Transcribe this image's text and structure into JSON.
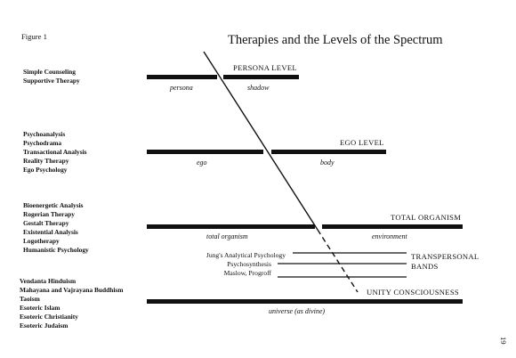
{
  "figure_label": "Figure 1",
  "title": "Therapies and the Levels of the Spectrum",
  "page_number": "19",
  "therapy_groups": [
    {
      "items": [
        "Simple Counseling",
        "Supportive Therapy"
      ]
    },
    {
      "items": [
        "Psychoanalysis",
        "Psychodrama",
        "Transactional Analysis",
        "Reality Therapy",
        "Ego Psychology"
      ]
    },
    {
      "items": [
        "Bioenergetic Analysis",
        "Rogerian Therapy",
        "Gestalt Therapy",
        "Existential Analysis",
        "Logotherapy",
        "Humanistic Psychology"
      ]
    },
    {
      "items": [
        "Vendanta Hinduism",
        "Mahayana and Vajrayana Buddhism",
        "Taoism",
        "Esoteric Islam",
        "Esoteric Christianity",
        "Esoteric Judaism"
      ]
    }
  ],
  "levels": {
    "persona": {
      "name": "PERSONA LEVEL",
      "left": "persona",
      "right": "shadow"
    },
    "ego": {
      "name": "EGO LEVEL",
      "left": "ego",
      "right": "body"
    },
    "organism": {
      "name": "TOTAL ORGANISM",
      "left": "total organism",
      "right": "environment"
    },
    "unity": {
      "name": "UNITY CONSCIOUSNESS",
      "center": "universe (as divine)"
    }
  },
  "transpersonal": {
    "label_line1": "TRANSPERSONAL",
    "label_line2": "BANDS",
    "bands": [
      "Jung's Analytical Psychology",
      "Psychosynthesis",
      "Maslow, Progroff"
    ]
  },
  "colors": {
    "ink": "#111111",
    "paper": "#ffffff"
  }
}
